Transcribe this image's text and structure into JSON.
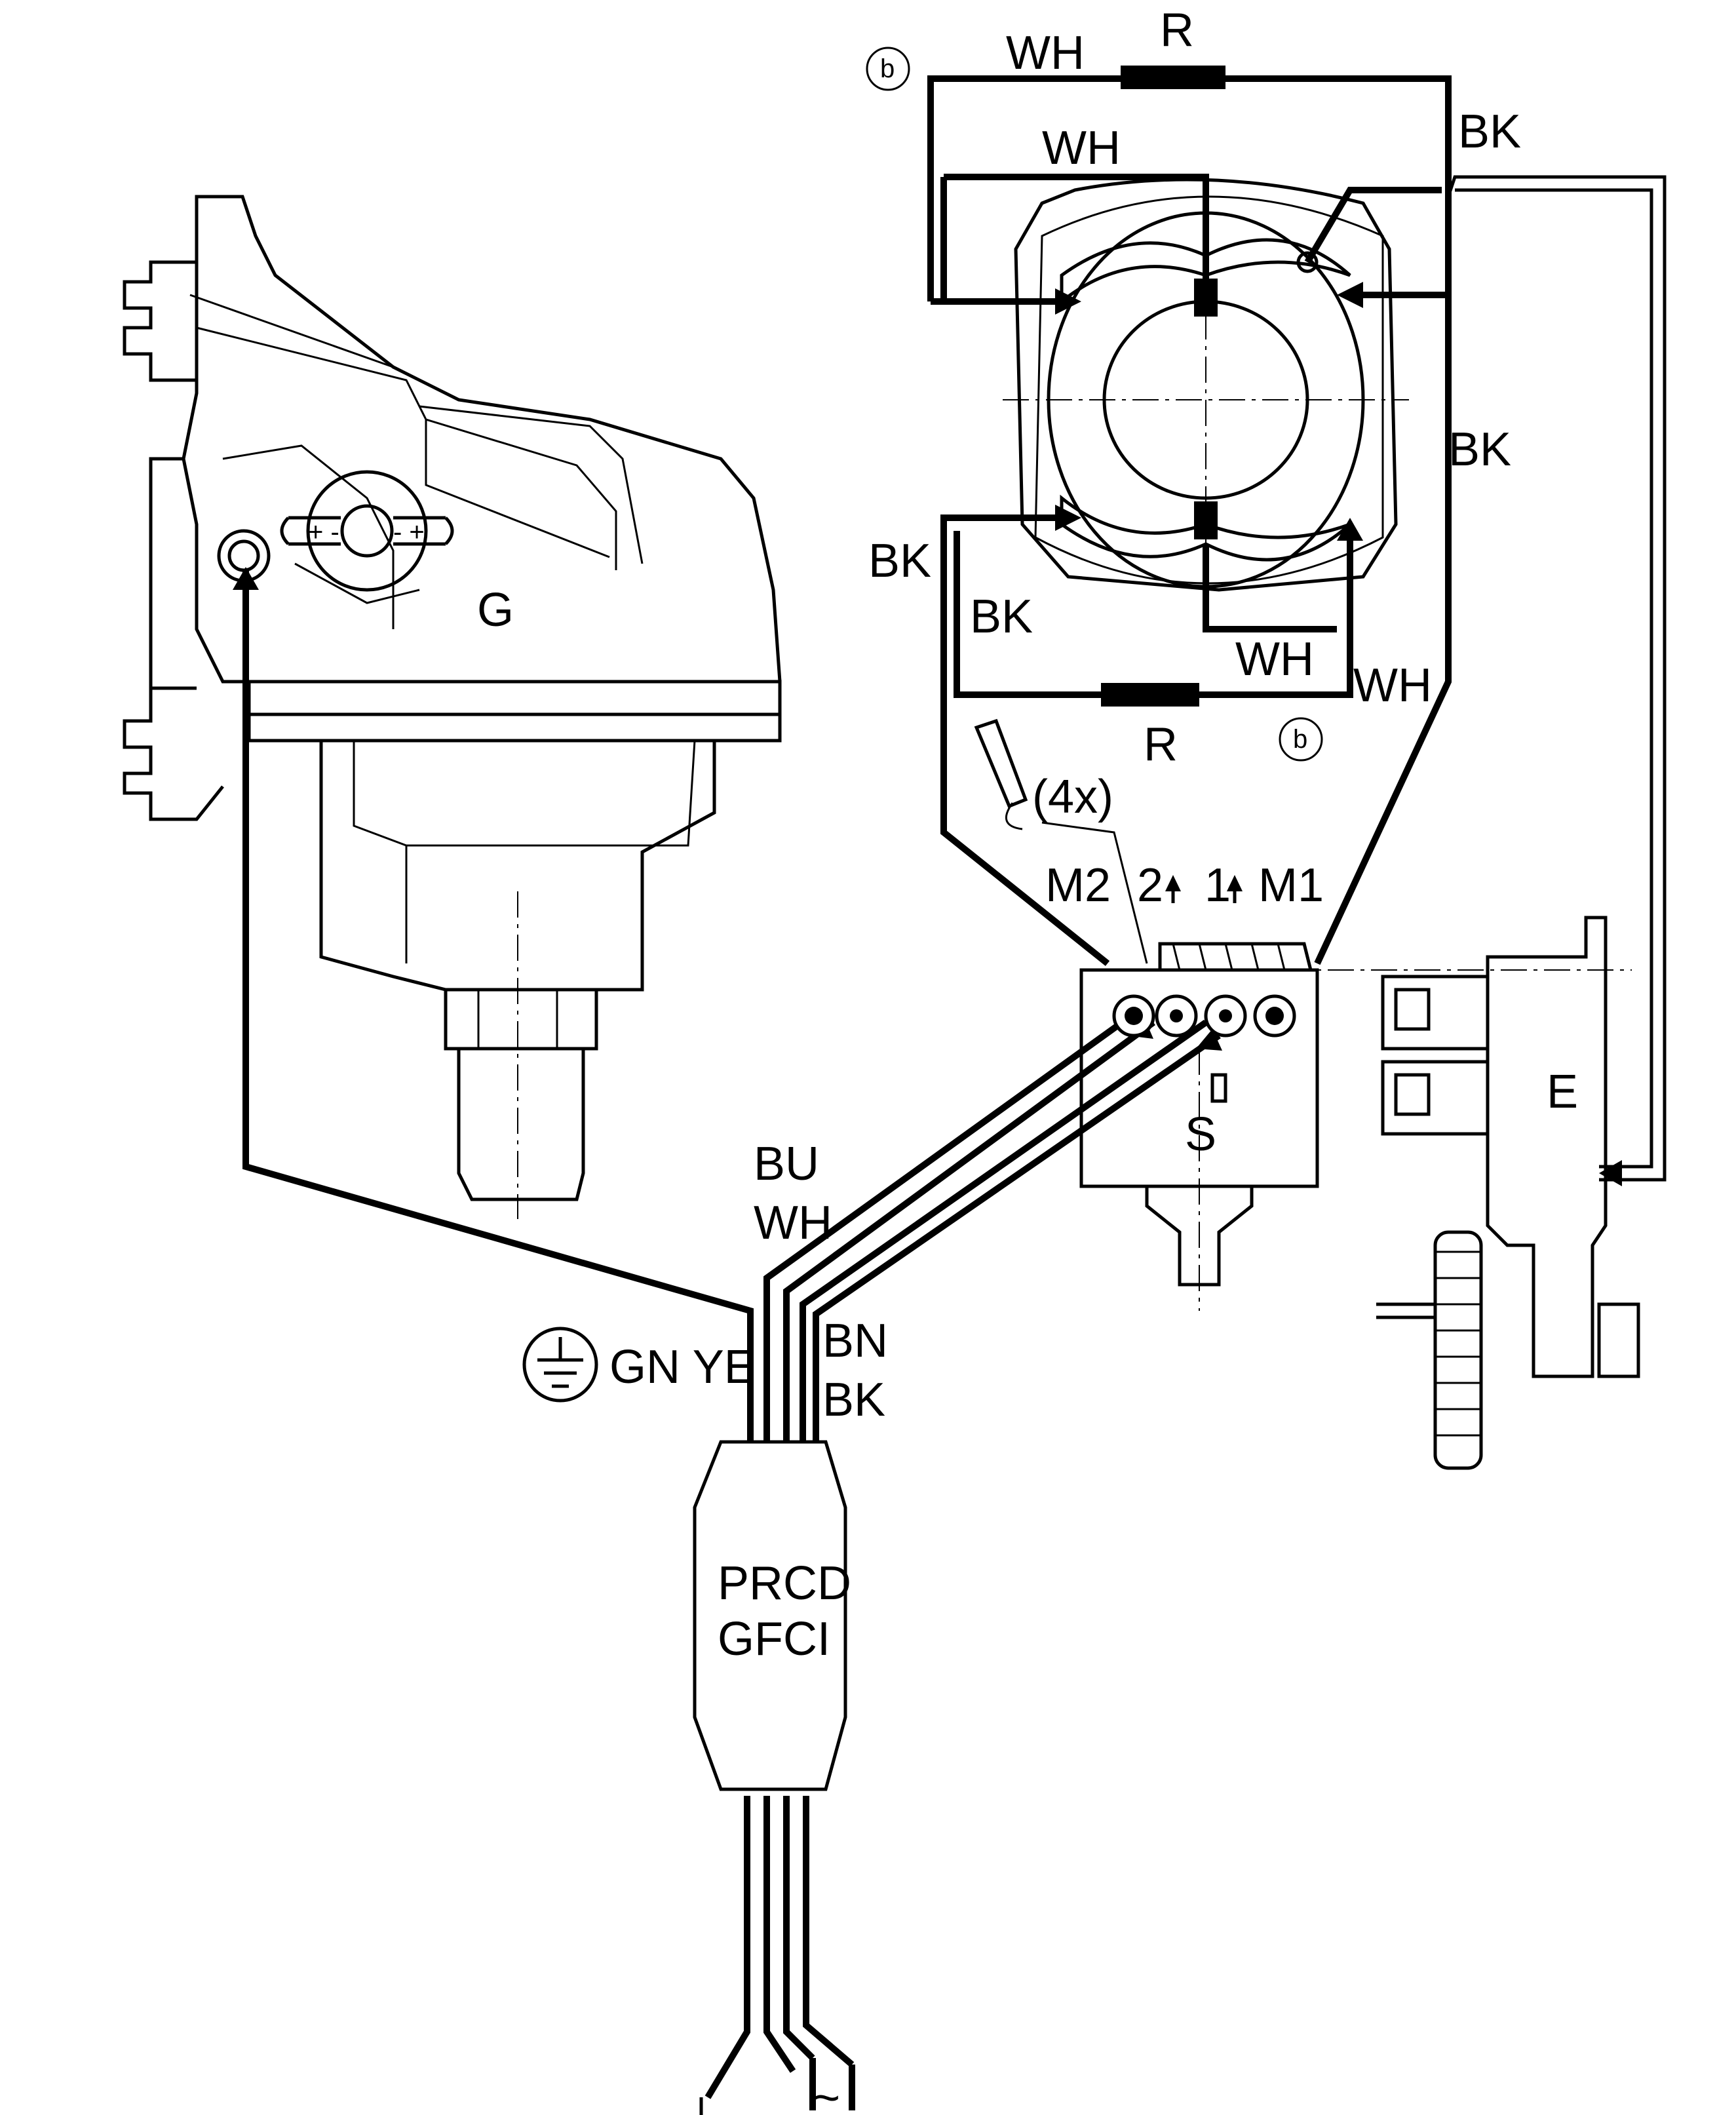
{
  "labels": {
    "wh_top": "WH",
    "r_top": "R",
    "b_top": "b",
    "bk_top_right": "BK",
    "wh_upper": "WH",
    "bk_right_mid": "BK",
    "bk_left": "BK",
    "bk_inner": "BK",
    "wh_lower_inner": "WH",
    "wh_lower_right": "WH",
    "r_bottom": "R",
    "b_bottom": "b",
    "count_4x": "(4x)",
    "m2": "M2",
    "t2": "2",
    "t1": "1",
    "m1": "M1",
    "g_label": "G",
    "s_label": "S",
    "e_label": "E",
    "bu": "BU",
    "wh_cable": "WH",
    "gn_ye": "GN YE",
    "bn": "BN",
    "bk_cable": "BK",
    "prcd": "PRCD",
    "gfci": "GFCI",
    "ac_symbol": "~"
  },
  "icons": {
    "ground": "ground-icon",
    "arrow": "arrow-up-icon"
  }
}
